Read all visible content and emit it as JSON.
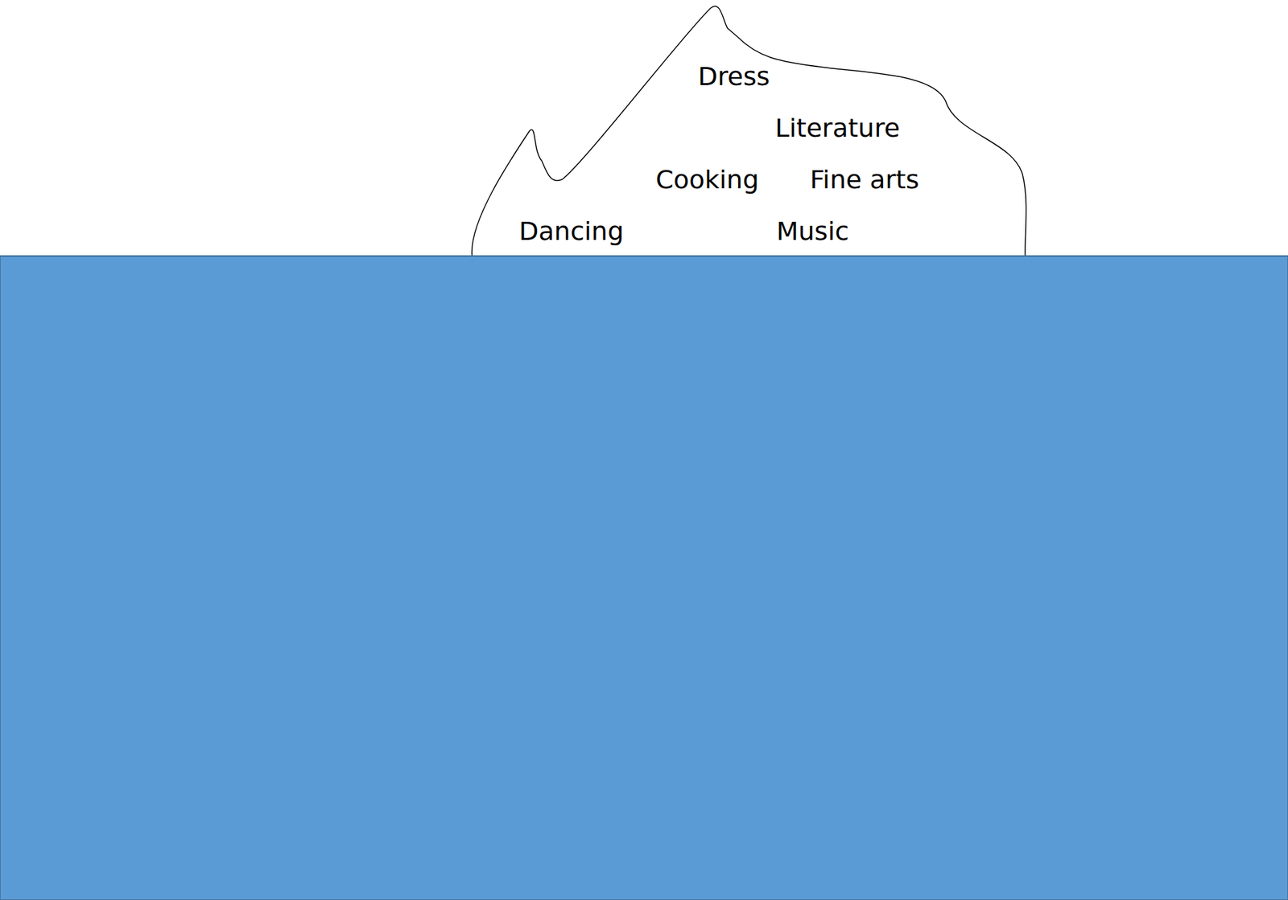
{
  "diagram": {
    "nodes": [
      {
        "text": [
          "Dress",
          "Literature",
          "Cooking",
          "Fine arts",
          "Dancing",
          "Music"
        ]
      }
    ]
  }
}
